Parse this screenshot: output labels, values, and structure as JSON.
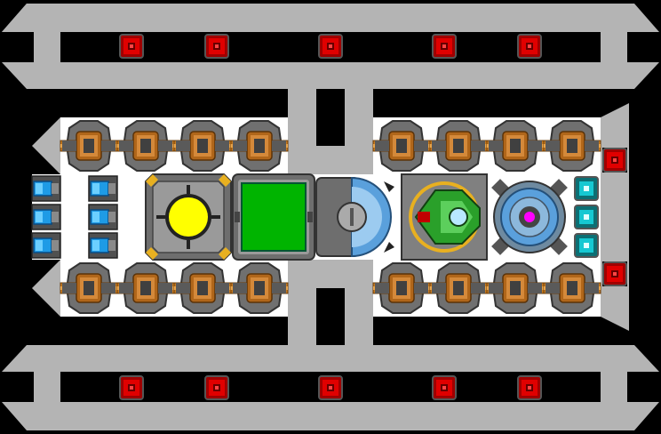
{
  "scene": {
    "name": "ship-layout-editor",
    "background_color": "#000000",
    "hull_color": "#b4b4b4",
    "deck_color": "#ffffff"
  },
  "top_hull": {
    "red_block_count": 5,
    "icon": "red-armor-block-icon"
  },
  "bottom_hull": {
    "red_block_count": 5,
    "icon": "red-armor-block-icon"
  },
  "right_side_red_blocks": {
    "count": 2,
    "icon": "red-armor-block-icon"
  },
  "turret_rows": {
    "top_left_count": 4,
    "top_right_count": 4,
    "bottom_left_count": 4,
    "bottom_right_count": 4,
    "icon": "cannon-turret-icon",
    "accent": "#c87a1e"
  },
  "battery_bank": {
    "count": 6,
    "icon": "battery-cell-icon",
    "accent": "#1e9be6"
  },
  "core_modules": [
    {
      "name": "reactor",
      "icon": "reactor-core-icon",
      "color": "#ffff00"
    },
    {
      "name": "cargo-container",
      "icon": "green-cargo-icon",
      "color": "#00b400"
    },
    {
      "name": "shield-generator",
      "icon": "shield-dome-icon",
      "color": "#5aa0dc"
    },
    {
      "name": "cockpit",
      "icon": "cockpit-fighter-icon",
      "color": "#2aa02a"
    },
    {
      "name": "warp-core",
      "icon": "warp-core-icon",
      "color": "#ff00ff"
    }
  ],
  "cyan_nodes": {
    "count": 3,
    "icon": "cyan-connector-icon",
    "color": "#16c8d2"
  }
}
